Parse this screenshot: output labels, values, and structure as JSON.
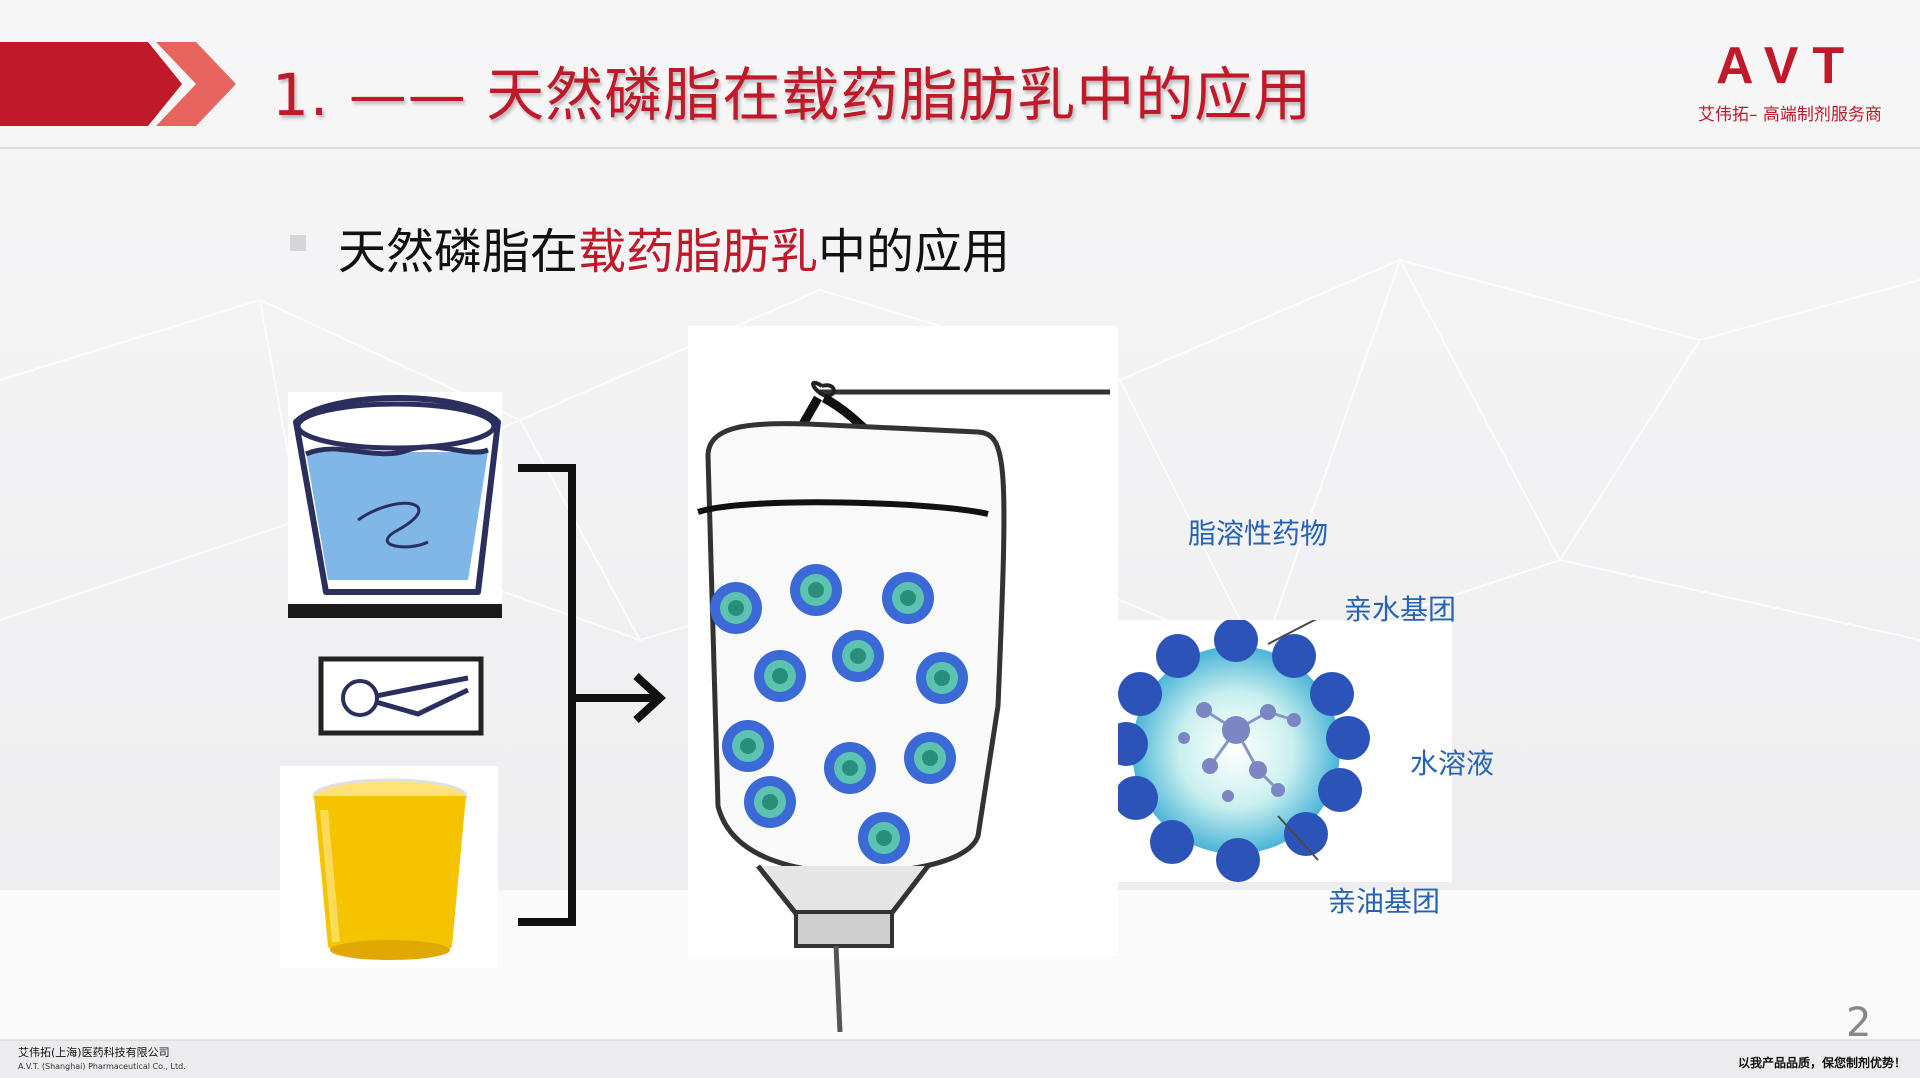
{
  "header": {
    "title": "1. —— 天然磷脂在载药脂肪乳中的应用",
    "logo": "AVT",
    "logo_tagline": "艾伟拓– 高端制剂服务商"
  },
  "content": {
    "subheading_prefix": "天然磷脂在",
    "subheading_highlight": "载药脂肪乳",
    "subheading_suffix": "中的应用",
    "diagram_labels": {
      "lipophilic_drug": "脂溶性药物",
      "hydrophilic_group": "亲水基团",
      "water_solution": "水溶液",
      "lipophilic_group": "亲油基团"
    }
  },
  "footer": {
    "company_cn": "艾伟拓(上海)医药科技有限公司",
    "company_en": "A.V.T. (Shanghai) Pharmaceutical Co., Ltd.",
    "slogan": "以我产品品质，保您制剂优势！",
    "page_number": "2"
  },
  "colors": {
    "brand_red": "#c0192a",
    "label_blue": "#2563b5",
    "water_blue": "#7fb8e6",
    "juice_yellow": "#f5c400"
  }
}
